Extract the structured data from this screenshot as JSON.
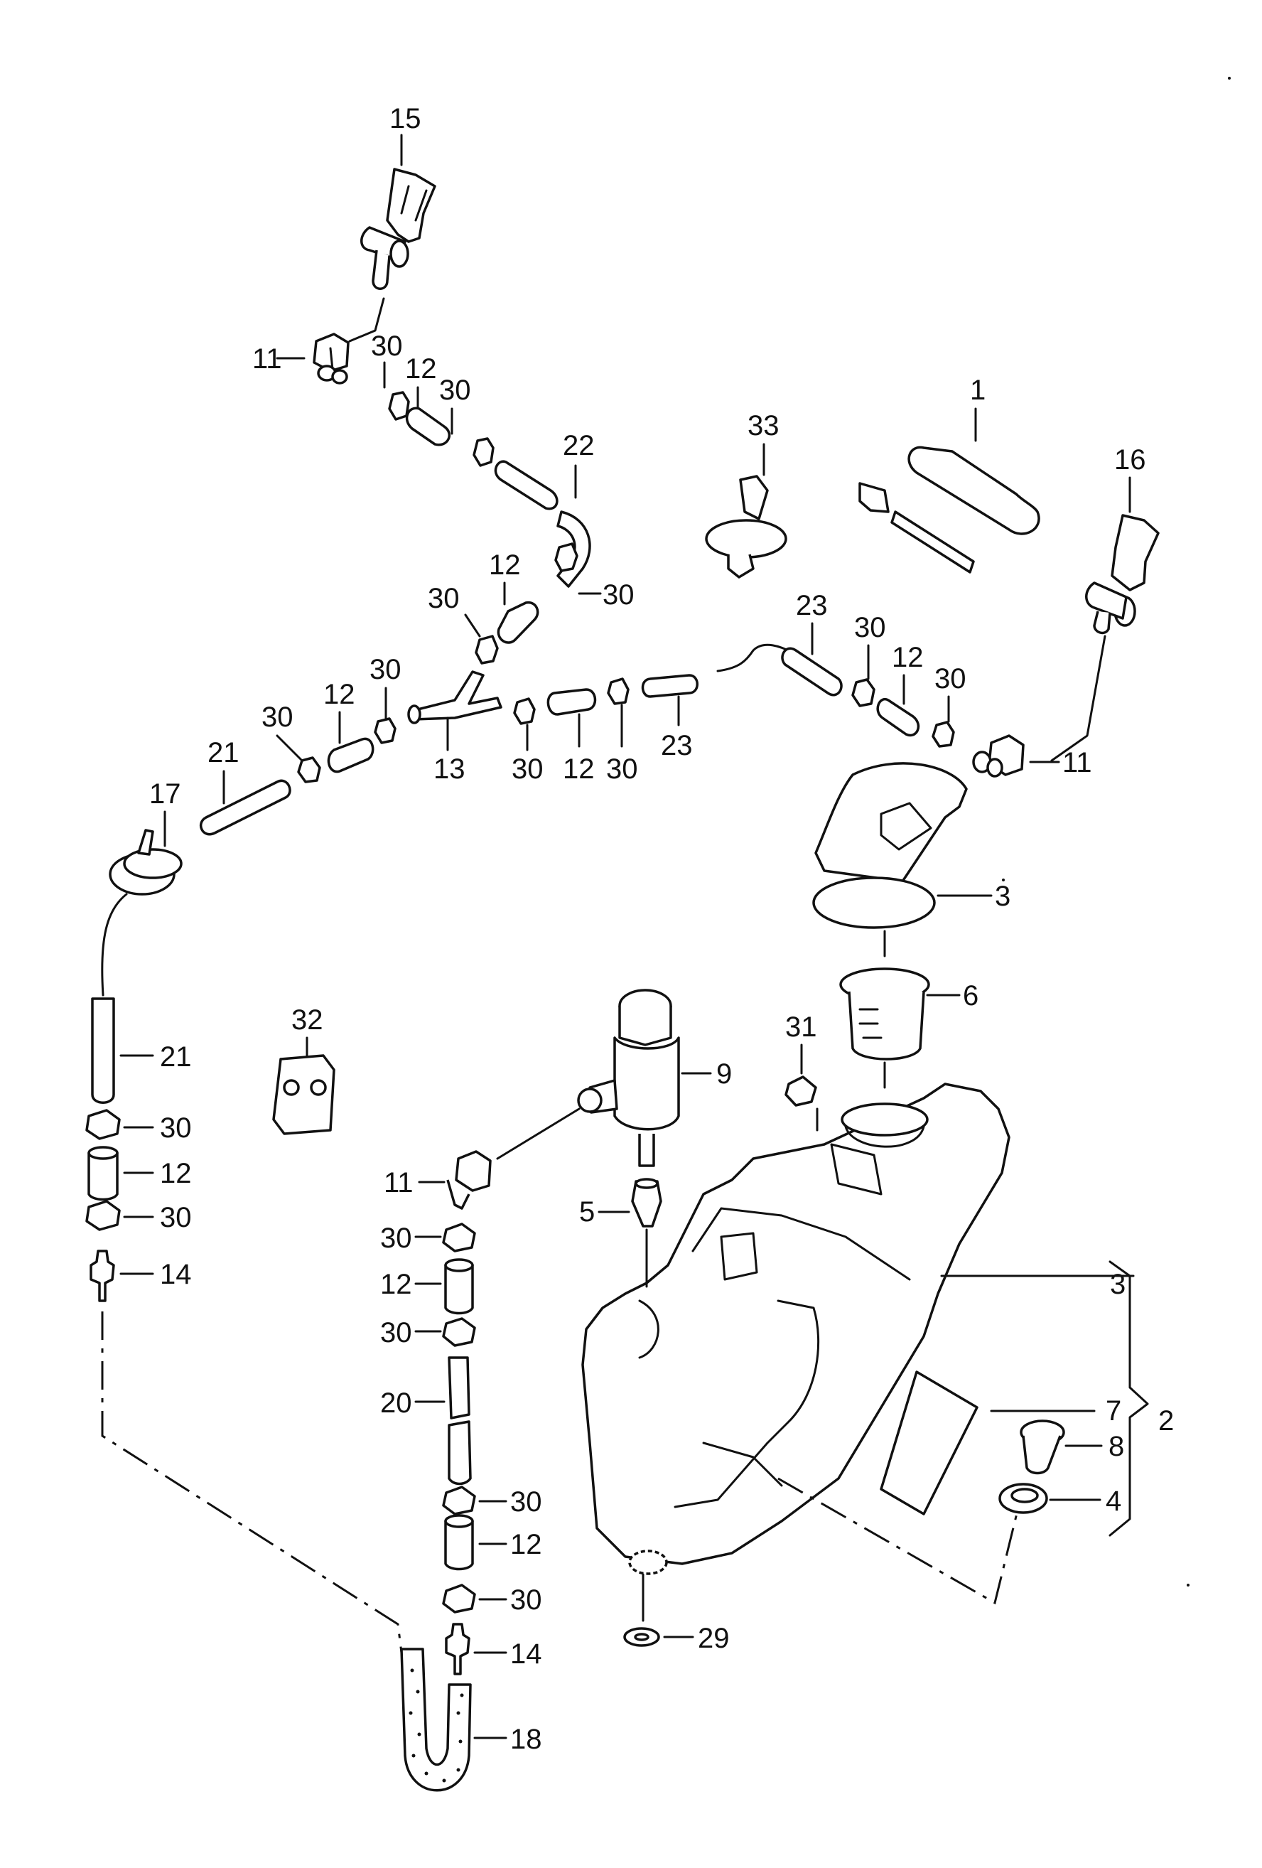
{
  "diagram": {
    "title": "Windscreen washer system parts diagram",
    "line_color": "#111111",
    "background": "#ffffff",
    "callouts": [
      {
        "id": "c15",
        "text": "15"
      },
      {
        "id": "c11a",
        "text": "11"
      },
      {
        "id": "c30a",
        "text": "30"
      },
      {
        "id": "c12a",
        "text": "12"
      },
      {
        "id": "c30b",
        "text": "30"
      },
      {
        "id": "c22",
        "text": "22"
      },
      {
        "id": "c33",
        "text": "33"
      },
      {
        "id": "c1",
        "text": "1"
      },
      {
        "id": "c16",
        "text": "16"
      },
      {
        "id": "c12b",
        "text": "12"
      },
      {
        "id": "c30c",
        "text": "30"
      },
      {
        "id": "c30d",
        "text": "30"
      },
      {
        "id": "c23a",
        "text": "23"
      },
      {
        "id": "c30e",
        "text": "30"
      },
      {
        "id": "c12c",
        "text": "12"
      },
      {
        "id": "c30f",
        "text": "30"
      },
      {
        "id": "c30g",
        "text": "30"
      },
      {
        "id": "c12d",
        "text": "12"
      },
      {
        "id": "c30h",
        "text": "30"
      },
      {
        "id": "c21a",
        "text": "21"
      },
      {
        "id": "c13",
        "text": "13"
      },
      {
        "id": "c30i",
        "text": "30"
      },
      {
        "id": "c12e",
        "text": "12"
      },
      {
        "id": "c30j",
        "text": "30"
      },
      {
        "id": "c23b",
        "text": "23"
      },
      {
        "id": "c11b",
        "text": "11"
      },
      {
        "id": "c17",
        "text": "17"
      },
      {
        "id": "c3a",
        "text": "3"
      },
      {
        "id": "c6",
        "text": "6"
      },
      {
        "id": "c32",
        "text": "32"
      },
      {
        "id": "c31",
        "text": "31"
      },
      {
        "id": "c9",
        "text": "9"
      },
      {
        "id": "c21b",
        "text": "21"
      },
      {
        "id": "c30k",
        "text": "30"
      },
      {
        "id": "c12f",
        "text": "12"
      },
      {
        "id": "c30l",
        "text": "30"
      },
      {
        "id": "c14a",
        "text": "14"
      },
      {
        "id": "c11c",
        "text": "11"
      },
      {
        "id": "c5",
        "text": "5"
      },
      {
        "id": "c30m",
        "text": "30"
      },
      {
        "id": "c12g",
        "text": "12"
      },
      {
        "id": "c30n",
        "text": "30"
      },
      {
        "id": "c20",
        "text": "20"
      },
      {
        "id": "c30o",
        "text": "30"
      },
      {
        "id": "c12h",
        "text": "12"
      },
      {
        "id": "c30p",
        "text": "30"
      },
      {
        "id": "c14b",
        "text": "14"
      },
      {
        "id": "c18",
        "text": "18"
      },
      {
        "id": "c29",
        "text": "29"
      },
      {
        "id": "c3b",
        "text": "3"
      },
      {
        "id": "c7",
        "text": "7"
      },
      {
        "id": "c2",
        "text": "2"
      },
      {
        "id": "c8",
        "text": "8"
      },
      {
        "id": "c4",
        "text": "4"
      }
    ]
  }
}
